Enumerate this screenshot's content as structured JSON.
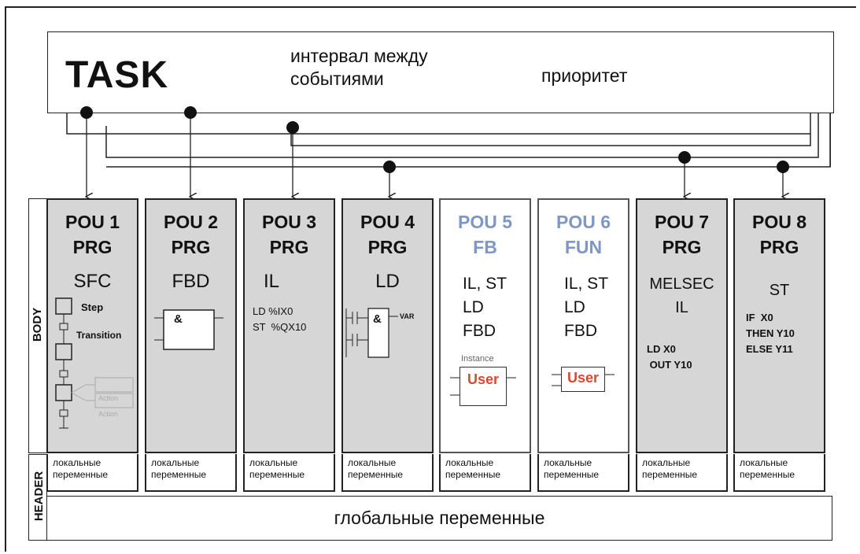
{
  "task": {
    "title": "TASK",
    "interval_label": "интервал между\nсобытиями",
    "priority_label": "приоритет"
  },
  "side_labels": {
    "body": "BODY",
    "header": "HEADER"
  },
  "pous": [
    {
      "name": "POU 1",
      "type": "PRG",
      "lang": "SFC",
      "style": "gray",
      "sfc": {
        "step": "Step",
        "transition": "Transition",
        "action1": "Action",
        "action2": "Action"
      }
    },
    {
      "name": "POU 2",
      "type": "PRG",
      "lang": "FBD",
      "style": "gray",
      "block": "&"
    },
    {
      "name": "POU 3",
      "type": "PRG",
      "lang": "IL",
      "style": "gray",
      "code": "LD %IX0\nST  %QX10"
    },
    {
      "name": "POU 4",
      "type": "PRG",
      "lang": "LD",
      "style": "gray",
      "block": "&",
      "var": "VAR"
    },
    {
      "name": "POU 5",
      "type": "FB",
      "lang": "IL, ST\nLD\nFBD",
      "style": "white",
      "instance": "Instance",
      "user": "User"
    },
    {
      "name": "POU 6",
      "type": "FUN",
      "lang": "IL, ST\nLD\nFBD",
      "style": "white",
      "user": "User"
    },
    {
      "name": "POU 7",
      "type": "PRG",
      "lang": "MELSEC\nIL",
      "style": "gray",
      "code": "LD X0\n OUT Y10"
    },
    {
      "name": "POU 8",
      "type": "PRG",
      "lang": "ST",
      "style": "gray",
      "code": "IF  X0\nTHEN Y10\nELSE Y11"
    }
  ],
  "local_vars": "локальные\nпеременные",
  "global_vars": "глобальные переменные"
}
